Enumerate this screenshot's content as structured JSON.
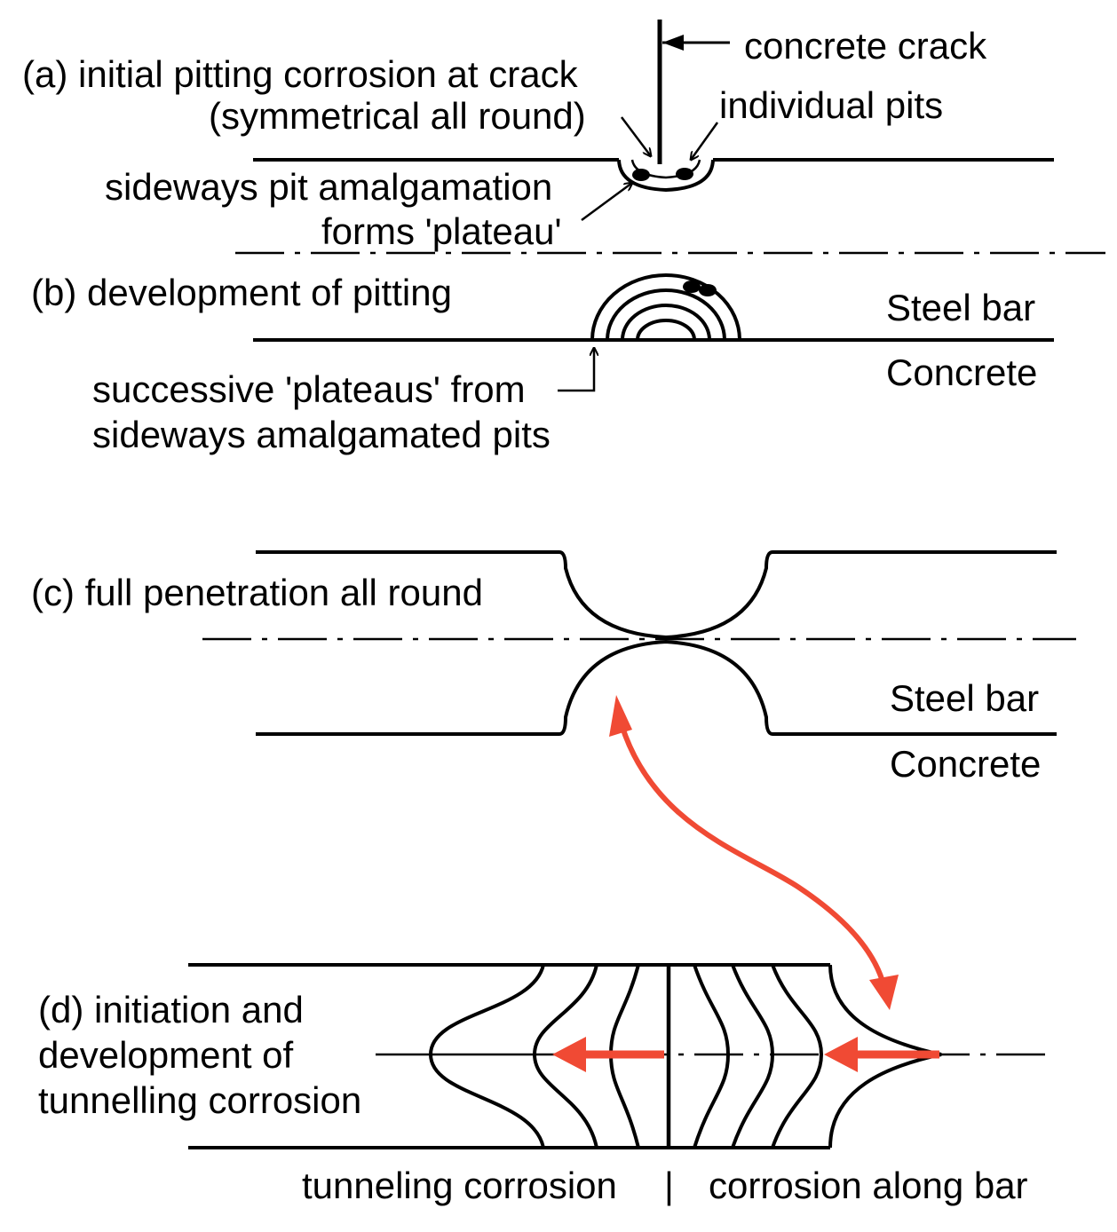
{
  "colors": {
    "line": "#000000",
    "highlight_arrow": "#f04a34",
    "background": "#ffffff"
  },
  "panel_a": {
    "title_line1": "(a) initial pitting corrosion at crack",
    "title_line2": "(symmetrical all round)",
    "crack_label": "concrete crack",
    "pits_label": "individual pits",
    "plateau_label_line1": "sideways pit amalgamation",
    "plateau_label_line2": "forms 'plateau'"
  },
  "panel_b": {
    "title": "(b) development of pitting",
    "steel_label": "Steel bar",
    "concrete_label": "Concrete",
    "plateaus_line1": "successive 'plateaus' from",
    "plateaus_line2": "sideways amalgamated pits"
  },
  "panel_c": {
    "title": "(c) full penetration all round",
    "steel_label": "Steel bar",
    "concrete_label": "Concrete"
  },
  "panel_d": {
    "title_line1": "(d) initiation and",
    "title_line2": "development of",
    "title_line3": "tunnelling corrosion",
    "bottom_left": "tunneling corrosion",
    "separator": "|",
    "bottom_right": "corrosion along bar"
  }
}
